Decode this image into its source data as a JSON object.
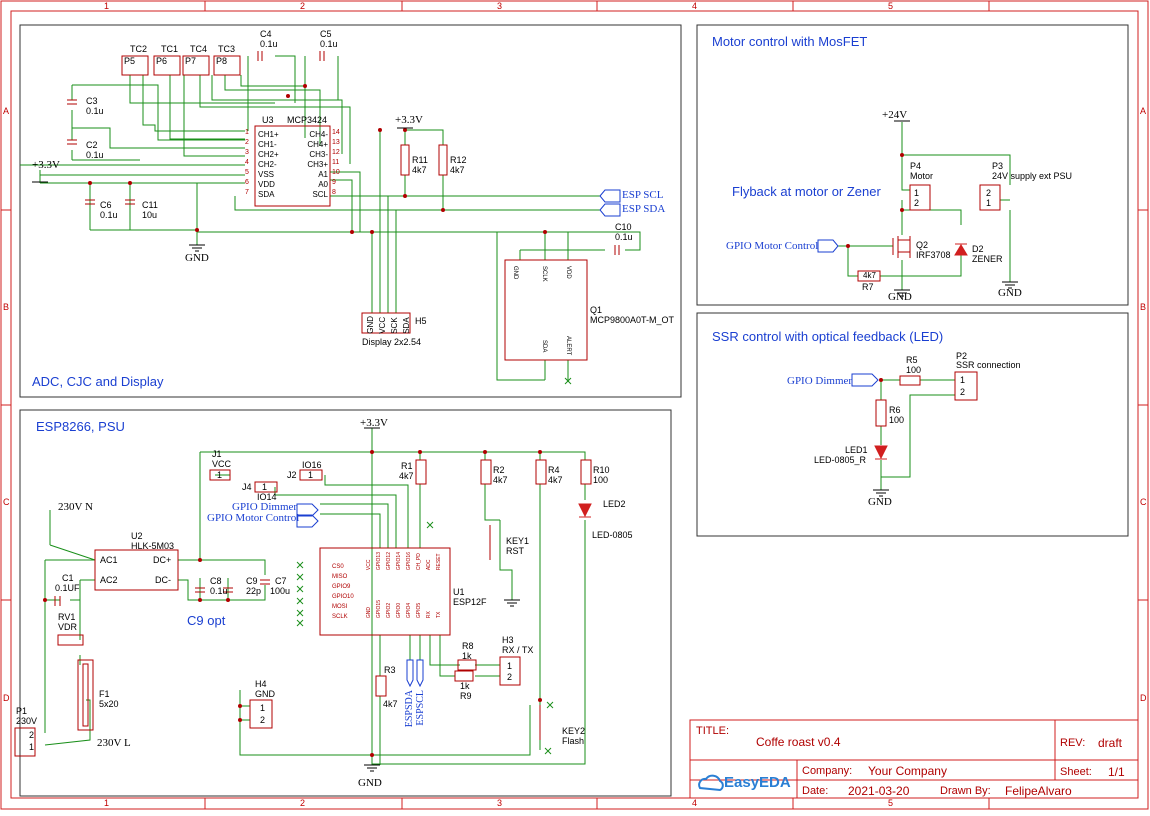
{
  "grid": {
    "columns": [
      "1",
      "2",
      "3",
      "4",
      "5"
    ],
    "rows": [
      "A",
      "B",
      "C",
      "D"
    ]
  },
  "panels": {
    "adc": "ADC, CJC and Display",
    "motor": "Motor control with MosFET",
    "flyback": "Flyback at motor or Zener",
    "ssr": "SSR control with optical feedback (LED)",
    "esp": "ESP8266, PSU",
    "c9opt": "C9 opt"
  },
  "components": {
    "tc2": "TC2",
    "tc1": "TC1",
    "tc4": "TC4",
    "tc3": "TC3",
    "p5": "P5",
    "p6": "P6",
    "p7": "P7",
    "p8": "P8",
    "c4": "C4",
    "c4v": "0.1u",
    "c5": "C5",
    "c5v": "0.1u",
    "c3": "C3",
    "c3v": "0.1u",
    "c2": "C2",
    "c2v": "0.1u",
    "c6": "C6",
    "c6v": "0.1u",
    "c11": "C11",
    "c11v": "10u",
    "c10": "C10",
    "c10v": "0.1u",
    "u3": "U3",
    "u3v": "MCP3424",
    "u3pins_left": [
      "CH1+",
      "CH1-",
      "CH2+",
      "CH2-",
      "VSS",
      "VDD",
      "SDA"
    ],
    "u3pins_right": [
      "CH4-",
      "CH4+",
      "CH3-",
      "CH3+",
      "A1",
      "A0",
      "SCL"
    ],
    "u3nums_left": [
      "1",
      "2",
      "3",
      "4",
      "5",
      "6",
      "7"
    ],
    "u3nums_right": [
      "14",
      "13",
      "12",
      "11",
      "10",
      "9",
      "8"
    ],
    "r11": "R11",
    "r11v": "4k7",
    "r12": "R12",
    "r12v": "4k7",
    "h5": "H5",
    "h5v": "Display 2x2.54",
    "h5pins": [
      "GND",
      "VCC",
      "SCK",
      "SDA"
    ],
    "q1": "Q1",
    "q1v": "MCP9800A0T-M_OT",
    "q1pins": [
      "GND",
      "SCLK",
      "VDD",
      "SDA",
      "ALERT"
    ],
    "p4": "P4",
    "p4v": "Motor",
    "p3": "P3",
    "p3v": "24V supply ext PSU",
    "q2": "Q2",
    "q2v": "IRF3708",
    "d2": "D2",
    "d2v": "ZENER",
    "r7": "R7",
    "r7v": "4k7",
    "r5": "R5",
    "r5v": "100",
    "r6": "R6",
    "r6v": "100",
    "p2": "P2",
    "p2v": "SSR connection",
    "led1": "LED1",
    "led1v": "LED-0805_R",
    "j1": "J1",
    "j1v": "VCC",
    "j2": "J2",
    "io16": "IO16",
    "j4": "J4",
    "io14": "IO14",
    "r1": "R1",
    "r1v": "4k7",
    "r2": "R2",
    "r2v": "4k7",
    "r4": "R4",
    "r4v": "4k7",
    "r10": "R10",
    "r10v": "100",
    "led2": "LED2",
    "led2v": "LED-0805",
    "key1": "KEY1",
    "key1v": "RST",
    "key2": "KEY2",
    "key2v": "Flash",
    "u2": "U2",
    "u2v": "HLK-5M03",
    "ac1": "AC1",
    "ac2": "AC2",
    "dcp": "DC+",
    "dcm": "DC-",
    "c1": "C1",
    "c1v": "0.1UF",
    "rv1": "RV1",
    "rv1v": "VDR",
    "f1": "F1",
    "f1v": "5x20",
    "p1": "P1",
    "p1v": "230V",
    "c8": "C8",
    "c8v": "0.1u",
    "c9": "C9",
    "c9v": "22p",
    "c7": "C7",
    "c7v": "100u",
    "u1": "U1",
    "u1v": "ESP12F",
    "u1pins_top": [
      "VCC",
      "GPIO13",
      "GPIO12",
      "GPIO14",
      "GPIO16",
      "CH_PD",
      "ADC",
      "RESET"
    ],
    "u1pins_left": [
      "CS0",
      "MISO",
      "GPIO9",
      "GPIO10",
      "MOSI",
      "SCLK"
    ],
    "u1pins_bottom": [
      "GND",
      "GPIO15",
      "GPIO2",
      "GPIO0",
      "GPIO4",
      "GPIO5",
      "RX",
      "TX"
    ],
    "r3": "R3",
    "r3v": "4k7",
    "r8": "R8",
    "r8v": "1k",
    "r9": "R9",
    "r9v": "1k",
    "h3": "H3",
    "h3v": "RX / TX",
    "h4": "H4",
    "h4v": "GND",
    "pin1": "1",
    "pin2": "2"
  },
  "nets": {
    "v33": "+3.3V",
    "v24": "+24V",
    "gnd": "GND",
    "esp_scl": "ESP SCL",
    "esp_sda": "ESP SDA",
    "gpio_motor": "GPIO Motor Control",
    "gpio_dimmer": "GPIO Dimmer",
    "espsda": "ESPSDA",
    "espscl": "ESPSCL",
    "v230n": "230V N",
    "v230l": "230V L"
  },
  "title_block": {
    "title_label": "TITLE:",
    "title": "Coffe roast v0.4",
    "rev_label": "REV:",
    "rev": "draft",
    "company_label": "Company:",
    "company": "Your Company",
    "sheet_label": "Sheet:",
    "sheet": "1/1",
    "date_label": "Date:",
    "date": "2021-03-20",
    "drawn_label": "Drawn By:",
    "drawn": "FelipeAlvaro",
    "logo": "EasyEDA"
  },
  "colors": {
    "border": "#d11f1f",
    "wire": "#1a8f1a",
    "part": "#b00000",
    "net": "#1a3fd1",
    "frame": "#222222"
  }
}
